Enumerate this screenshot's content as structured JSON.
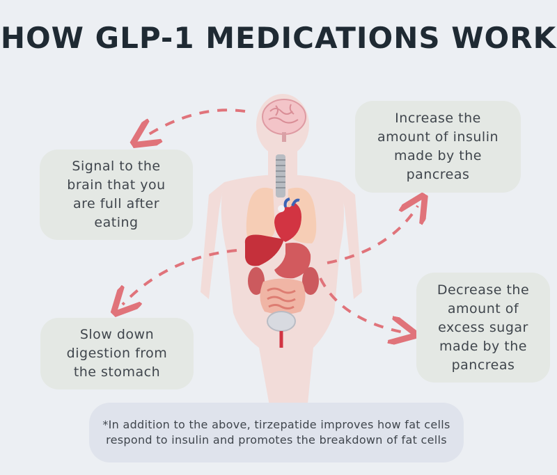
{
  "title": "HOW GLP-1 MEDICATIONS WORK",
  "effects": [
    {
      "id": "brain",
      "lines": [
        "Signal to the",
        "brain that you",
        "are full after",
        "eating"
      ]
    },
    {
      "id": "insulin",
      "lines": [
        "Increase the",
        "amount of insulin",
        "made by the",
        "pancreas"
      ]
    },
    {
      "id": "digestion",
      "lines": [
        "Slow down",
        "digestion from",
        "the stomach"
      ]
    },
    {
      "id": "sugar",
      "lines": [
        "Decrease the",
        "amount of",
        "excess sugar",
        "made by the",
        "pancreas"
      ]
    }
  ],
  "note": {
    "lines": [
      "*In addition to the above, tirzepatide",
      "improves how fat cells respond to insulin and",
      "promotes the breakdown of fat cells"
    ]
  },
  "colors": {
    "background": "#eceff3",
    "arrow": "#e0737a",
    "organ_red": "#c8303c",
    "body_silhouette": "#f2dcd9"
  },
  "icons": [
    "human-body-icon",
    "brain-icon",
    "heart-icon",
    "lungs-icon",
    "liver-icon",
    "stomach-icon",
    "kidney-icon",
    "intestine-icon",
    "bladder-icon"
  ]
}
